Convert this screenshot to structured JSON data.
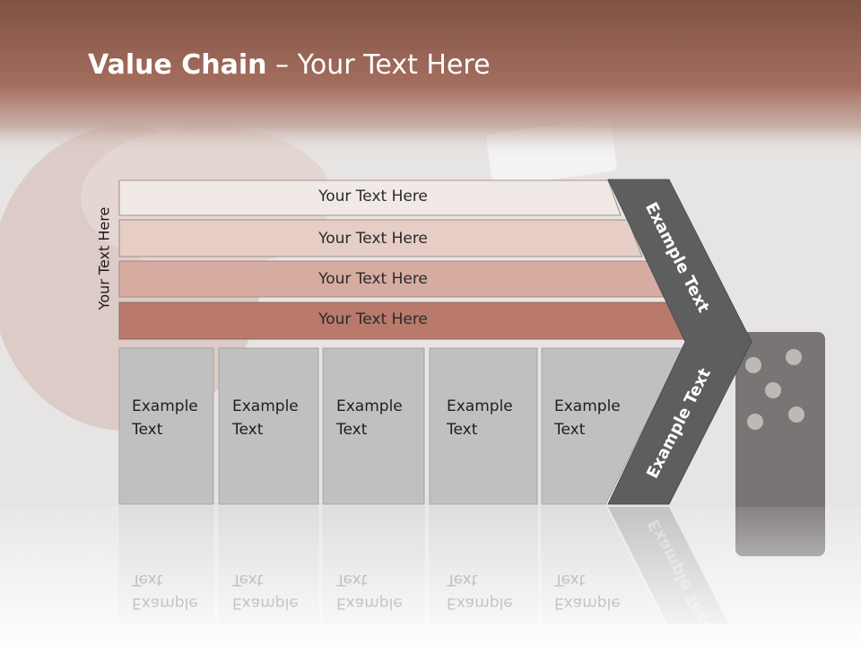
{
  "slide": {
    "title_bold": "Value Chain",
    "title_rest": " – Your Text Here",
    "vertical_label": "Your Text Here",
    "bars": [
      "Your Text Here",
      "Your Text Here",
      "Your Text Here",
      "Your Text Here"
    ],
    "boxes": [
      {
        "line1": "Example",
        "line2": "Text"
      },
      {
        "line1": "Example",
        "line2": "Text"
      },
      {
        "line1": "Example",
        "line2": "Text"
      },
      {
        "line1": "Example",
        "line2": "Text"
      },
      {
        "line1": "Example",
        "line2": "Text"
      }
    ],
    "chevron_top": "Example Text",
    "chevron_bottom": "Example Text"
  },
  "colors": {
    "header": "#a56e5f",
    "bar1": "#f1e9e6",
    "bar2": "#e6cdc6",
    "bar3": "#d6aca1",
    "bar4": "#b97a6b",
    "box": "#c0c0c0",
    "chevron": "#5e5e5e"
  }
}
